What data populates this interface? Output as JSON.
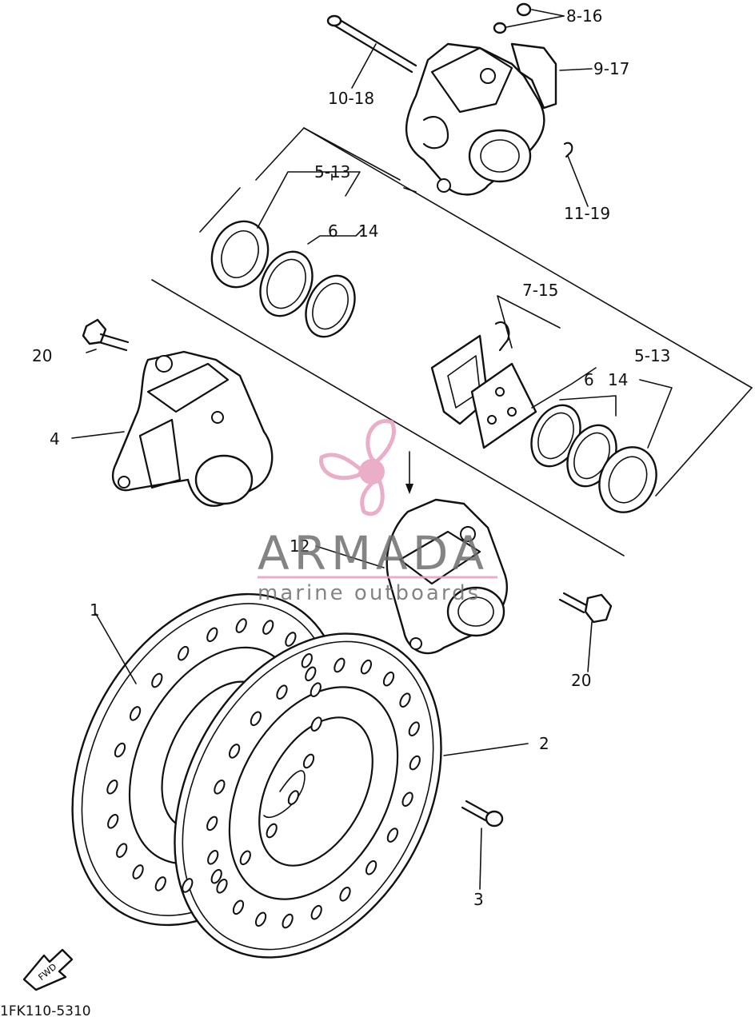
{
  "diagram": {
    "callouts": {
      "c1": "1",
      "c2": "2",
      "c3": "3",
      "c4": "4",
      "c5_13_a": "5-13",
      "c5_13_b": "5-13",
      "c6_a": "6",
      "c6_b": "6",
      "c14_a": "14",
      "c14_b": "14",
      "c7_15": "7-15",
      "c8_16": "8-16",
      "c9_17": "9-17",
      "c10_18": "10-18",
      "c11_19": "11-19",
      "c12": "12",
      "c20_a": "20",
      "c20_b": "20"
    },
    "diagram_code": "1FK110-5310",
    "fwd_label": "FWD",
    "watermark": {
      "name": "ARMADA",
      "tagline": "marine outboards",
      "color": "#e8a0c0"
    }
  }
}
